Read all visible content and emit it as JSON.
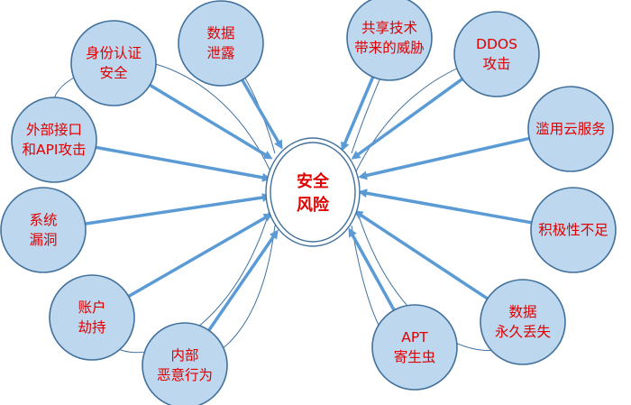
{
  "diagram": {
    "center": {
      "lines": [
        "安全",
        "风险"
      ]
    },
    "nodes": [
      {
        "id": "identity-auth",
        "lines": [
          "身份认证",
          "安全"
        ]
      },
      {
        "id": "data-leak",
        "lines": [
          "数据",
          "泄露"
        ]
      },
      {
        "id": "shared-tech",
        "lines": [
          "共享技术",
          "带来的威胁"
        ]
      },
      {
        "id": "ddos",
        "lines": [
          "DDOS",
          "攻击"
        ]
      },
      {
        "id": "cloud-abuse",
        "lines": [
          "滥用云服务"
        ]
      },
      {
        "id": "lack-initiative",
        "lines": [
          "积极性不足"
        ]
      },
      {
        "id": "data-loss",
        "lines": [
          "数据",
          "永久丢失"
        ]
      },
      {
        "id": "apt",
        "lines": [
          "APT",
          "寄生虫"
        ]
      },
      {
        "id": "insider",
        "lines": [
          "内部",
          "恶意行为"
        ]
      },
      {
        "id": "account-hijack",
        "lines": [
          "账户",
          "劫持"
        ]
      },
      {
        "id": "system-vuln",
        "lines": [
          "系统",
          "漏洞"
        ]
      },
      {
        "id": "api-attack",
        "lines": [
          "外部接口",
          "和API攻击"
        ]
      }
    ],
    "colors": {
      "node_fill": "#bdd7ee",
      "node_stroke": "#41719c",
      "arrow": "#5b9bd5",
      "text": "#e00000"
    }
  }
}
